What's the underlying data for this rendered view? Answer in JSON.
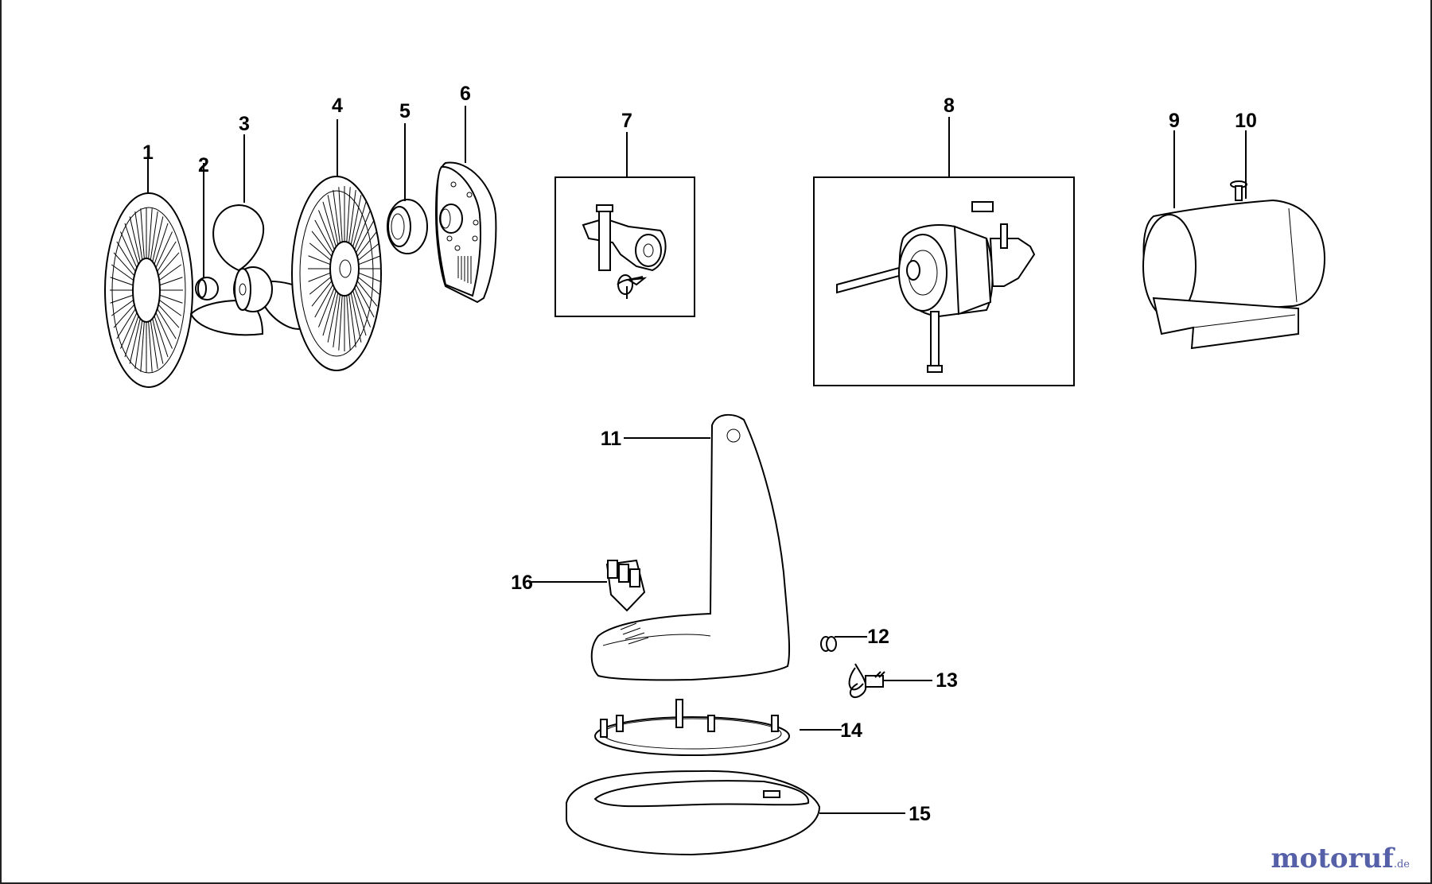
{
  "diagram": {
    "callouts": [
      "1",
      "2",
      "3",
      "4",
      "5",
      "6",
      "7",
      "8",
      "9",
      "10",
      "11",
      "12",
      "13",
      "14",
      "15",
      "16"
    ]
  },
  "watermark": {
    "name": "motoruf",
    "tld": ".de",
    "color": "#5560a8"
  }
}
